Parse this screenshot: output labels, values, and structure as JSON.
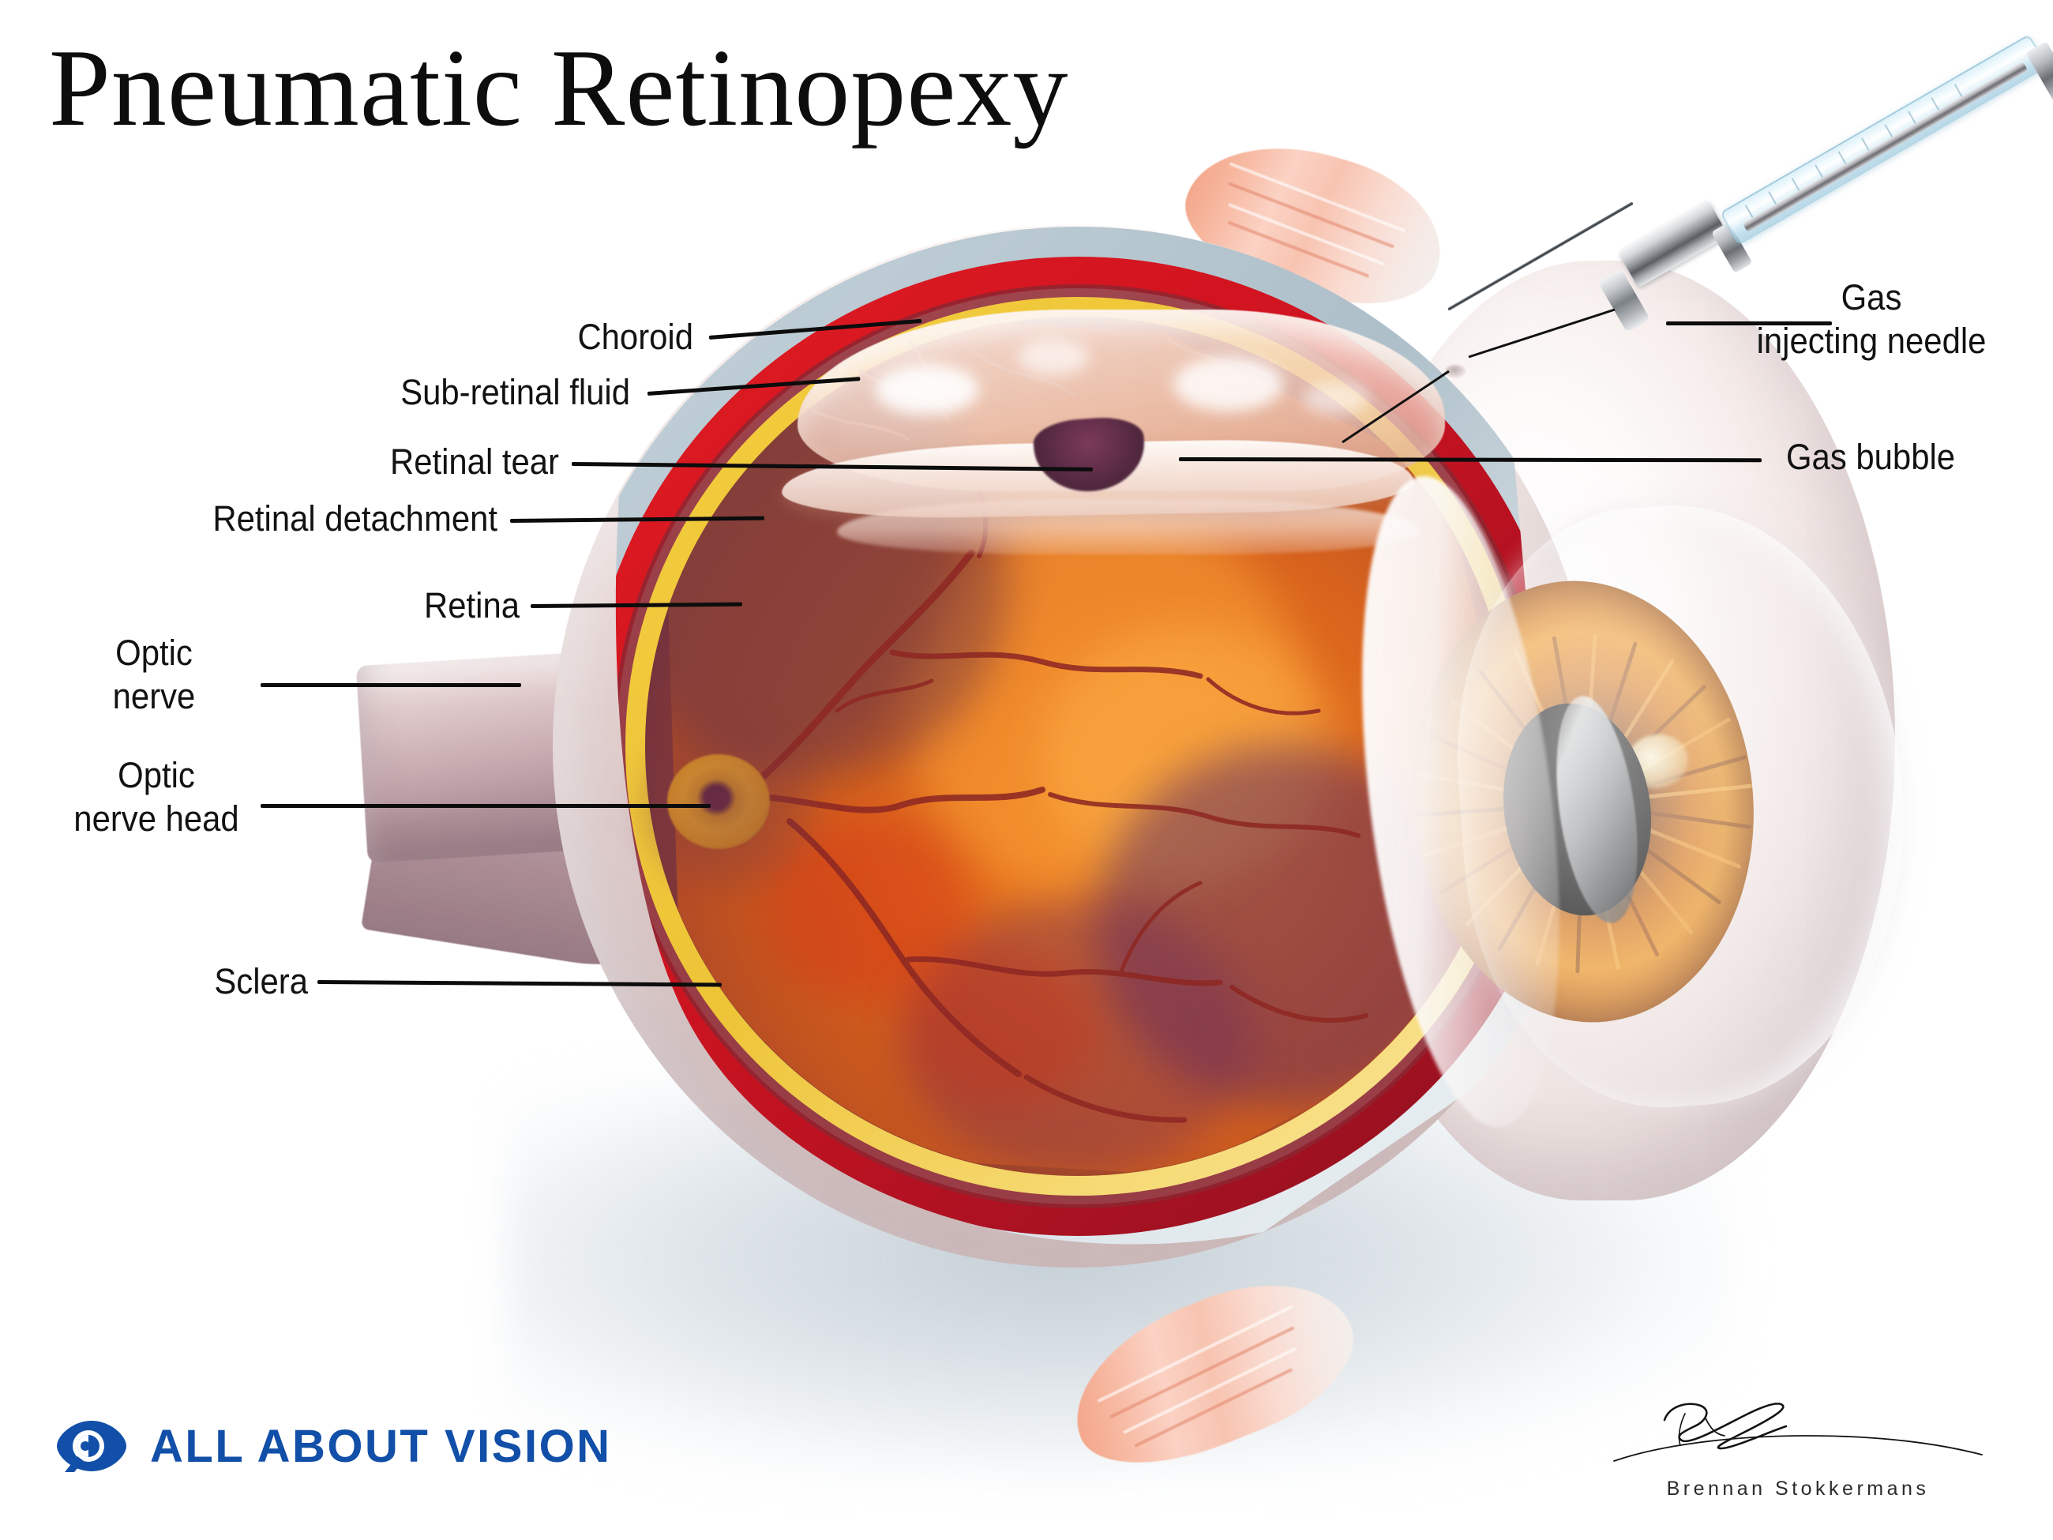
{
  "title": "Pneumatic Retinopexy",
  "labels_left": [
    {
      "id": "choroid",
      "text": "Choroid"
    },
    {
      "id": "sub-retinal-fluid",
      "text": "Sub-retinal fluid"
    },
    {
      "id": "retinal-tear",
      "text": "Retinal tear"
    },
    {
      "id": "retinal-detachment",
      "text": "Retinal detachment"
    },
    {
      "id": "retina",
      "text": "Retina"
    },
    {
      "id": "optic-nerve",
      "text": "Optic\nnerve"
    },
    {
      "id": "optic-nerve-head",
      "text": "Optic\nnerve head"
    },
    {
      "id": "sclera",
      "text": "Sclera"
    }
  ],
  "labels_right": [
    {
      "id": "gas-injecting-needle",
      "text": "Gas\ninjecting needle"
    },
    {
      "id": "gas-bubble",
      "text": "Gas bubble"
    }
  ],
  "branding": {
    "name": "ALL ABOUT VISION",
    "icon": "eye-logo-icon",
    "color": "#124FA8"
  },
  "signature": {
    "artist": "Brennan Stokkermans",
    "mark": "handwritten-signature"
  },
  "illustration": {
    "subject": "cross-section of human eye during pneumatic retinopexy",
    "structures": [
      "sclera",
      "choroid",
      "retina",
      "vitreous",
      "optic nerve",
      "optic nerve head",
      "iris",
      "pupil",
      "cornea",
      "lens",
      "extraocular muscle",
      "gas bubble",
      "retinal tear",
      "retinal detachment",
      "sub-retinal fluid",
      "gas injecting needle"
    ],
    "colors": {
      "sclera": "#E8DAD8",
      "choroid": "#D8161F",
      "retina": "#F2C93C",
      "vitreous": "#DD6E1E",
      "optic_nerve": "#BFA3A8",
      "muscle": "#F6B49C",
      "gas_bubble": "#F7E2D6",
      "tear": "#5C2C46",
      "iris": "#DE8522",
      "pupil": "#080808",
      "needle_glass": "#BFE2F0",
      "shadow": "#AEBFCB"
    }
  }
}
